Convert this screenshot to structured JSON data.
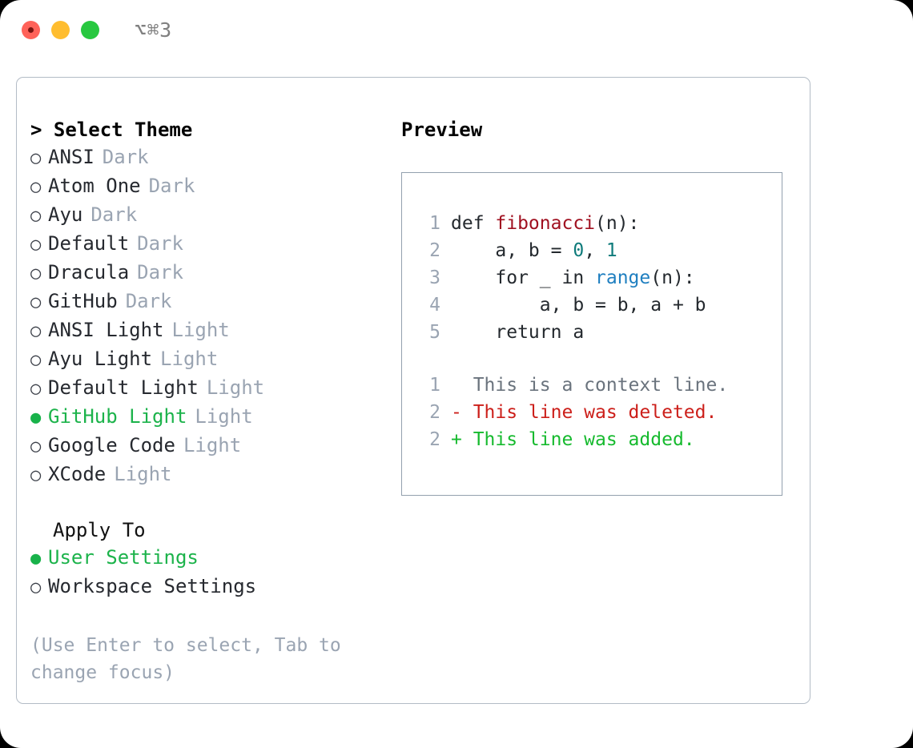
{
  "titlebar": {
    "shortcut": "⌥⌘3",
    "buttons": [
      {
        "name": "close",
        "color": "#ff6259"
      },
      {
        "name": "minimize",
        "color": "#ffbd2f"
      },
      {
        "name": "zoom",
        "color": "#28c840"
      }
    ]
  },
  "theme_picker": {
    "heading": "> Select Theme",
    "selected_marker": "●",
    "unselected_marker": "○",
    "accent_color": "#1cb34b",
    "options": [
      {
        "label": "ANSI",
        "variant": "Dark",
        "selected": false
      },
      {
        "label": "Atom One",
        "variant": "Dark",
        "selected": false
      },
      {
        "label": "Ayu",
        "variant": "Dark",
        "selected": false
      },
      {
        "label": "Default",
        "variant": "Dark",
        "selected": false
      },
      {
        "label": "Dracula",
        "variant": "Dark",
        "selected": false
      },
      {
        "label": "GitHub",
        "variant": "Dark",
        "selected": false
      },
      {
        "label": "ANSI Light",
        "variant": "Light",
        "selected": false
      },
      {
        "label": "Ayu Light",
        "variant": "Light",
        "selected": false
      },
      {
        "label": "Default Light",
        "variant": "Light",
        "selected": false
      },
      {
        "label": "GitHub Light",
        "variant": "Light",
        "selected": true
      },
      {
        "label": "Google Code",
        "variant": "Light",
        "selected": false
      },
      {
        "label": "XCode",
        "variant": "Light",
        "selected": false
      }
    ]
  },
  "apply_to": {
    "heading": "Apply To",
    "options": [
      {
        "label": "User Settings",
        "selected": true
      },
      {
        "label": "Workspace Settings",
        "selected": false
      }
    ]
  },
  "hint": "(Use Enter to select, Tab to change focus)",
  "preview": {
    "heading": "Preview",
    "code_lines": [
      {
        "number": "1",
        "tokens": [
          {
            "text": "def ",
            "type": "plain"
          },
          {
            "text": "fibonacci",
            "type": "func"
          },
          {
            "text": "(n):",
            "type": "plain"
          }
        ]
      },
      {
        "number": "2",
        "tokens": [
          {
            "text": "    a, b = ",
            "type": "plain"
          },
          {
            "text": "0",
            "type": "num"
          },
          {
            "text": ", ",
            "type": "plain"
          },
          {
            "text": "1",
            "type": "num"
          }
        ]
      },
      {
        "number": "3",
        "tokens": [
          {
            "text": "    for _ in ",
            "type": "plain"
          },
          {
            "text": "range",
            "type": "call"
          },
          {
            "text": "(n):",
            "type": "plain"
          }
        ]
      },
      {
        "number": "4",
        "tokens": [
          {
            "text": "        a, b = b, a + b",
            "type": "plain"
          }
        ]
      },
      {
        "number": "5",
        "tokens": [
          {
            "text": "    return a",
            "type": "plain"
          }
        ]
      }
    ],
    "diff_lines": [
      {
        "number": "1",
        "marker": " ",
        "text": "  This is a context line.",
        "kind": "context"
      },
      {
        "number": "2",
        "marker": "-",
        "text": "- This line was deleted.",
        "kind": "deleted"
      },
      {
        "number": "2",
        "marker": "+",
        "text": "+ This line was added.",
        "kind": "added"
      }
    ]
  }
}
